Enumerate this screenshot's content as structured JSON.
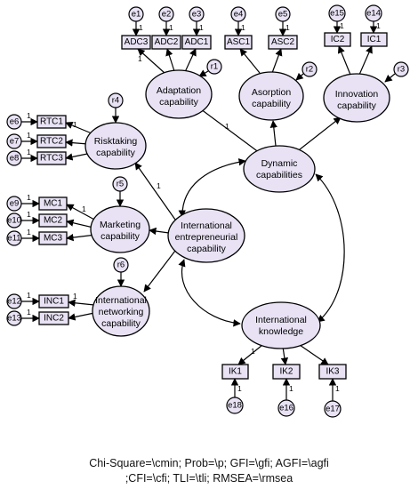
{
  "latents": {
    "adaptation": [
      "Adaptation",
      "capability"
    ],
    "absorption": [
      "Asorption",
      "capability"
    ],
    "innovation": [
      "Innovation",
      "capability"
    ],
    "dynamic": [
      "Dynamic",
      "capabilities"
    ],
    "risktaking": [
      "Risktaking",
      "capability"
    ],
    "marketing": [
      "Marketing",
      "capability"
    ],
    "iec": [
      "International",
      "entrepreneurial",
      "capability"
    ],
    "network": [
      "International",
      "networking",
      "capability"
    ],
    "knowledge": [
      "International",
      "knowledge"
    ]
  },
  "observed": {
    "ADC3": "ADC3",
    "ADC2": "ADC2",
    "ADC1": "ADC1",
    "ASC1": "ASC1",
    "ASC2": "ASC2",
    "IC2": "IC2",
    "IC1": "IC1",
    "RTC1": "RTC1",
    "RTC2": "RTC2",
    "RTC3": "RTC3",
    "MC1": "MC1",
    "MC2": "MC2",
    "MC3": "MC3",
    "INC1": "INC1",
    "INC2": "INC2",
    "IK1": "IK1",
    "IK2": "IK2",
    "IK3": "IK3"
  },
  "errors": {
    "e1": "e1",
    "e2": "e2",
    "e3": "e3",
    "e4": "e4",
    "e5": "e5",
    "e15": "e15",
    "e14": "e14",
    "e6": "e6",
    "e7": "e7",
    "e8": "e8",
    "e9": "e9",
    "e10": "e10",
    "e11": "e11",
    "e12": "e12",
    "e13": "e13",
    "e18": "e18",
    "e16": "e16",
    "e17": "e17"
  },
  "residuals": {
    "r1": "r1",
    "r2": "r2",
    "r3": "r3",
    "r4": "r4",
    "r5": "r5",
    "r6": "r6"
  },
  "path_weight": "1",
  "caption": {
    "line1": "Chi-Square=\\cmin; Prob=\\p; GFI=\\gfi; AGFI=\\agfi",
    "line2": ";CFI=\\cfi; TLI=\\tli; RMSEA=\\rmsea"
  }
}
